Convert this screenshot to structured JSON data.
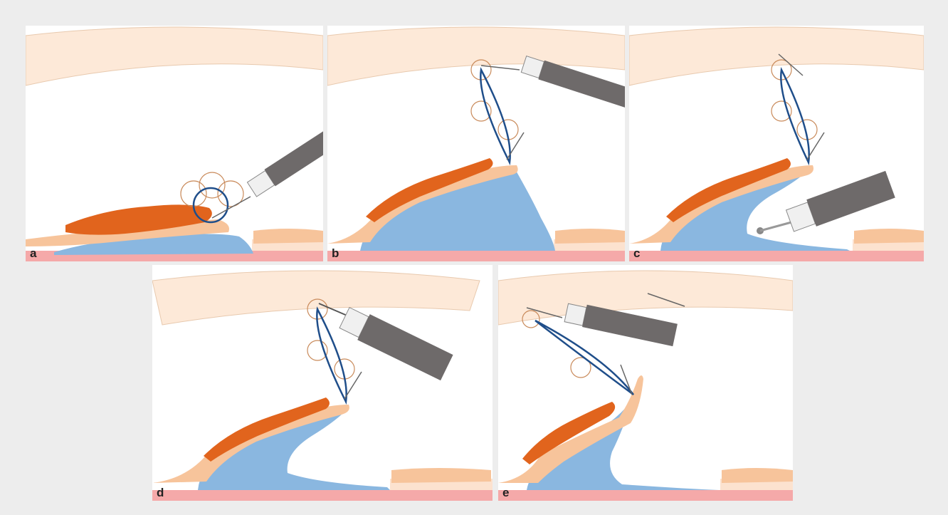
{
  "panels": [
    {
      "id": "a",
      "label": "a"
    },
    {
      "id": "b",
      "label": "b"
    },
    {
      "id": "c",
      "label": "c"
    },
    {
      "id": "d",
      "label": "d"
    },
    {
      "id": "e",
      "label": "e"
    }
  ],
  "colors": {
    "background": "#ededed",
    "panel": "#ffffff",
    "cornea": "#fde9d8",
    "cornea_edge": "#e8c9ae",
    "tumor_orange": "#e1641d",
    "conjunctiva_peach": "#f7c49b",
    "tenon_blue": "#8ab7e0",
    "sclera_pink": "#f5a9a9",
    "sclera_cream": "#fce2cf",
    "forceps_gray": "#6e6a6a",
    "snare_blue": "#1f4e8a",
    "clip_circle": "#c98a5a"
  }
}
